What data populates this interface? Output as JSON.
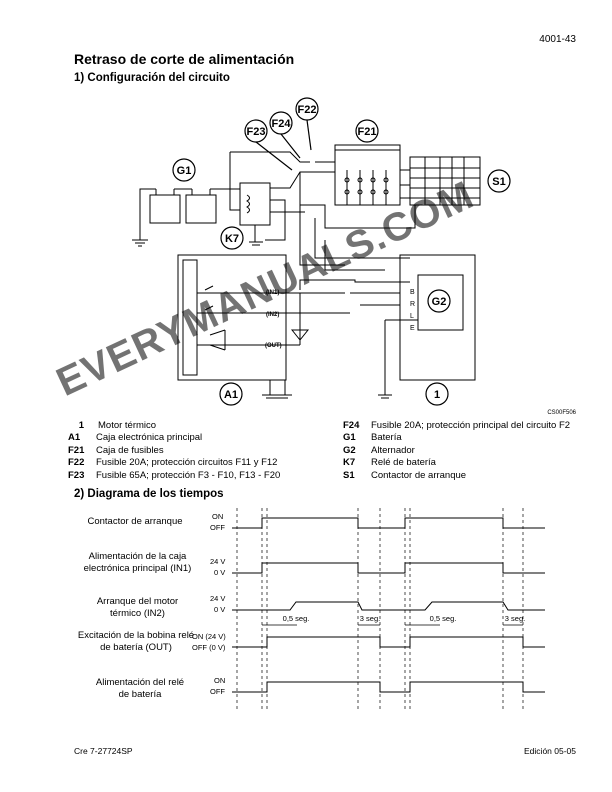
{
  "page_number": "4001-43",
  "title": "Retraso de corte de alimentación",
  "section1": "1) Configuración del circuito",
  "section2": "2) Diagrama de los tiempos",
  "figure_code": "CS00F506",
  "labels": {
    "F22": "F22",
    "F24": "F24",
    "F23": "F23",
    "F21": "F21",
    "G1": "G1",
    "S1": "S1",
    "K7": "K7",
    "G2": "G2",
    "A1": "A1",
    "one": "1",
    "in1": "(IN1)",
    "in2": "(IN2)",
    "out": "(OUT)",
    "B": "B",
    "R": "R",
    "L": "L",
    "E": "E"
  },
  "legend_left": [
    {
      "code": "1",
      "text": "Motor térmico"
    },
    {
      "code": "A1",
      "text": "Caja electrónica principal"
    },
    {
      "code": "F21",
      "text": "Caja de fusibles"
    },
    {
      "code": "F22",
      "text": "Fusible 20A; protección circuitos F11 y F12"
    },
    {
      "code": "F23",
      "text": "Fusible 65A; protección F3 - F10, F13 - F20"
    }
  ],
  "legend_right": [
    {
      "code": "F24",
      "text": "Fusible 20A; protección principal del circuito F2"
    },
    {
      "code": "G1",
      "text": "Batería"
    },
    {
      "code": "G2",
      "text": "Alternador"
    },
    {
      "code": "K7",
      "text": "Relé de batería"
    },
    {
      "code": "S1",
      "text": "Contactor de arranque"
    }
  ],
  "timing": {
    "rows": [
      {
        "label": "Contactor de arranque",
        "high": "ON",
        "low": "OFF"
      },
      {
        "label": "Alimentación de la caja electrónica principal (IN1)",
        "high": "24 V",
        "low": "0 V"
      },
      {
        "label": "Arranque del motor térmico (IN2)",
        "high": "24 V",
        "low": "0 V"
      },
      {
        "label": "Excitación de la bobina relé de batería (OUT)",
        "high": "ON (24 V)",
        "low": "OFF (0 V)"
      },
      {
        "label": "Alimentación del relé de batería",
        "high": "ON",
        "low": "OFF"
      }
    ],
    "delay1": "0,5 seg.",
    "delay2": "3 seg.",
    "delay3": "0,5 seg.",
    "delay4": "3 seg."
  },
  "watermark": "EVERYMANUALS.COM",
  "footer_left": "Cre  7-27724SP",
  "footer_right": "Edición 05-05"
}
